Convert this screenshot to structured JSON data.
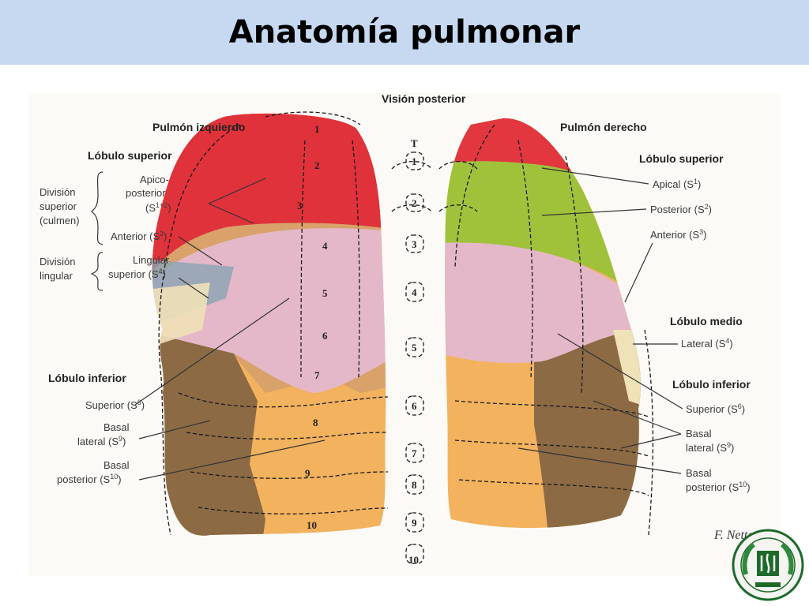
{
  "title": "Anatomía pulmonar",
  "view_label": "Visión posterior",
  "left_lung": {
    "name": "Pulmón izquierdo",
    "upper_lobe": "Lóbulo superior",
    "division_superior": [
      "División",
      "superior",
      "(culmen)"
    ],
    "division_lingular": [
      "División",
      "lingular"
    ],
    "apicoposterior": [
      "Apico-",
      "posterior",
      "(S",
      "1+2",
      ")"
    ],
    "anterior": [
      "Anterior (S",
      "3",
      ")"
    ],
    "lingular_superior": [
      "Lingular",
      "superior (S",
      "4",
      ")"
    ],
    "lower_lobe": "Lóbulo inferior",
    "superior": [
      "Superior (S",
      "6",
      ")"
    ],
    "basal_lateral": [
      "Basal",
      "lateral (S",
      "9",
      ")"
    ],
    "basal_posterior": [
      "Basal",
      "posterior (S",
      "10",
      ")"
    ]
  },
  "right_lung": {
    "name": "Pulmón derecho",
    "upper_lobe": "Lóbulo superior",
    "apical": [
      "Apical (S",
      "1",
      ")"
    ],
    "posterior": [
      "Posterior (S",
      "2",
      ")"
    ],
    "anterior": [
      "Anterior (S",
      "3",
      ")"
    ],
    "middle_lobe": "Lóbulo medio",
    "lateral": [
      "Lateral (S",
      "4",
      ")"
    ],
    "lower_lobe": "Lóbulo inferior",
    "superior": [
      "Superior (S",
      "6",
      ")"
    ],
    "basal_lateral": [
      "Basal",
      "lateral (S",
      "9",
      ")"
    ],
    "basal_posterior": [
      "Basal",
      "posterior (S",
      "10",
      ")"
    ]
  },
  "vertebrae": [
    "T",
    "1",
    "2",
    "3",
    "4",
    "5",
    "6",
    "7",
    "8",
    "9",
    "10"
  ],
  "rib_numbers": [
    "1",
    "2",
    "3",
    "4",
    "5",
    "6",
    "7",
    "8",
    "9",
    "10"
  ],
  "signature": "F. Netter",
  "colors": {
    "title_bar": "#c6d9f1",
    "upper_red": "#e0323a",
    "apical_red": "#e2373f",
    "posterior_green": "#9fc23a",
    "pink": "#e4b8c8",
    "orange": "#f2b25e",
    "brown": "#8c6a44",
    "blue_gray": "#8aa2b4",
    "cream": "#efe1b8"
  }
}
